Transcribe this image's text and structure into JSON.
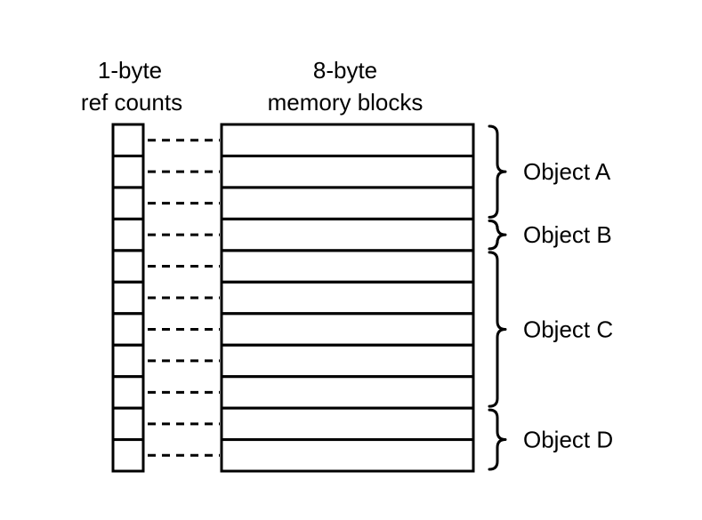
{
  "headers": {
    "ref_counts_line1": "1-byte",
    "ref_counts_line2": "ref counts",
    "memory_blocks_line1": "8-byte",
    "memory_blocks_line2": "memory blocks"
  },
  "block_count": 11,
  "objects": [
    {
      "label": "Object A",
      "first_block": 0,
      "block_count": 3
    },
    {
      "label": "Object B",
      "first_block": 3,
      "block_count": 1
    },
    {
      "label": "Object C",
      "first_block": 4,
      "block_count": 5
    },
    {
      "label": "Object D",
      "first_block": 9,
      "block_count": 2
    }
  ]
}
